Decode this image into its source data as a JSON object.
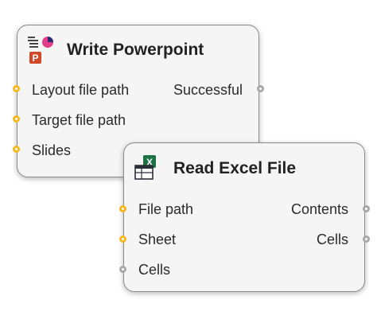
{
  "nodes": {
    "write_powerpoint": {
      "title": "Write Powerpoint",
      "icon": "powerpoint-icon",
      "inputs": [
        {
          "label": "Layout file path",
          "kind": "required"
        },
        {
          "label": "Target file path",
          "kind": "required"
        },
        {
          "label": "Slides",
          "kind": "required"
        }
      ],
      "outputs": [
        {
          "label": "Successful"
        }
      ]
    },
    "read_excel_file": {
      "title": "Read Excel File",
      "icon": "excel-icon",
      "inputs": [
        {
          "label": "File path",
          "kind": "required"
        },
        {
          "label": "Sheet",
          "kind": "required"
        },
        {
          "label": "Cells",
          "kind": "optional"
        }
      ],
      "outputs": [
        {
          "label": "Contents"
        },
        {
          "label": "Cells"
        }
      ]
    }
  },
  "colors": {
    "required_port": "#f5b820",
    "optional_port": "#a8a8a8",
    "node_border": "#8a8a8a",
    "node_fill": "#f5f5f5",
    "powerpoint_brand": "#d24726",
    "excel_brand": "#1e7145"
  }
}
